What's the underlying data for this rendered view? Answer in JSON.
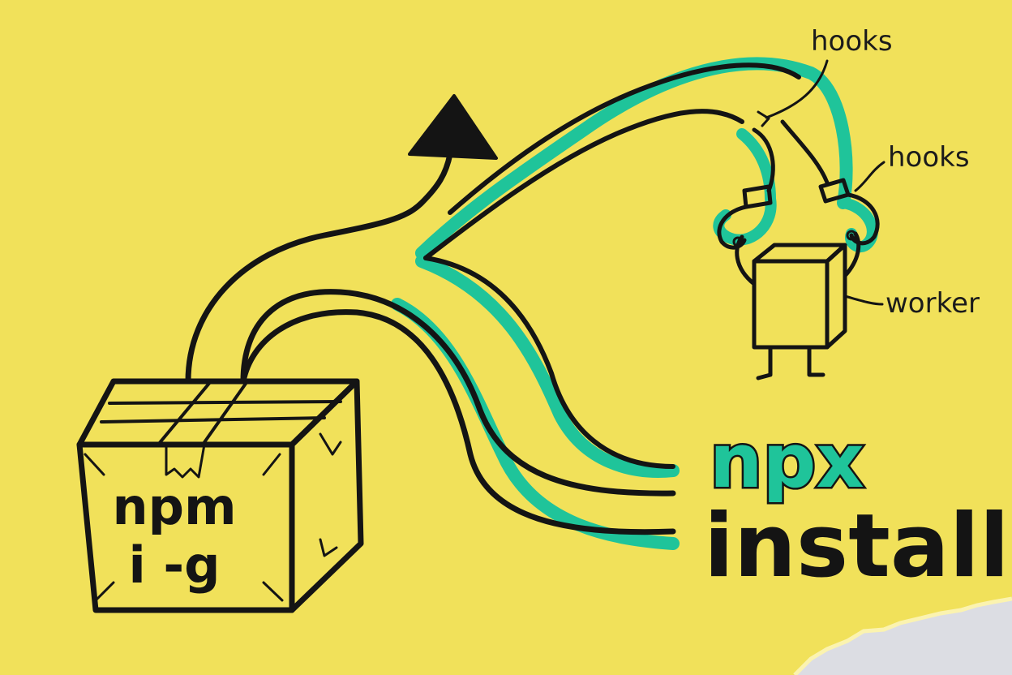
{
  "box": {
    "line1": "npm",
    "line2": "i -g"
  },
  "commands": {
    "npx": "npx",
    "install": "install"
  },
  "labels": {
    "hooks_top": "hooks",
    "hooks_right": "hooks",
    "worker": "worker"
  },
  "colors": {
    "paper": "#f1e15a",
    "ink": "#141414",
    "highlight": "#1fc49a",
    "torn_background": "#dcdde3"
  }
}
